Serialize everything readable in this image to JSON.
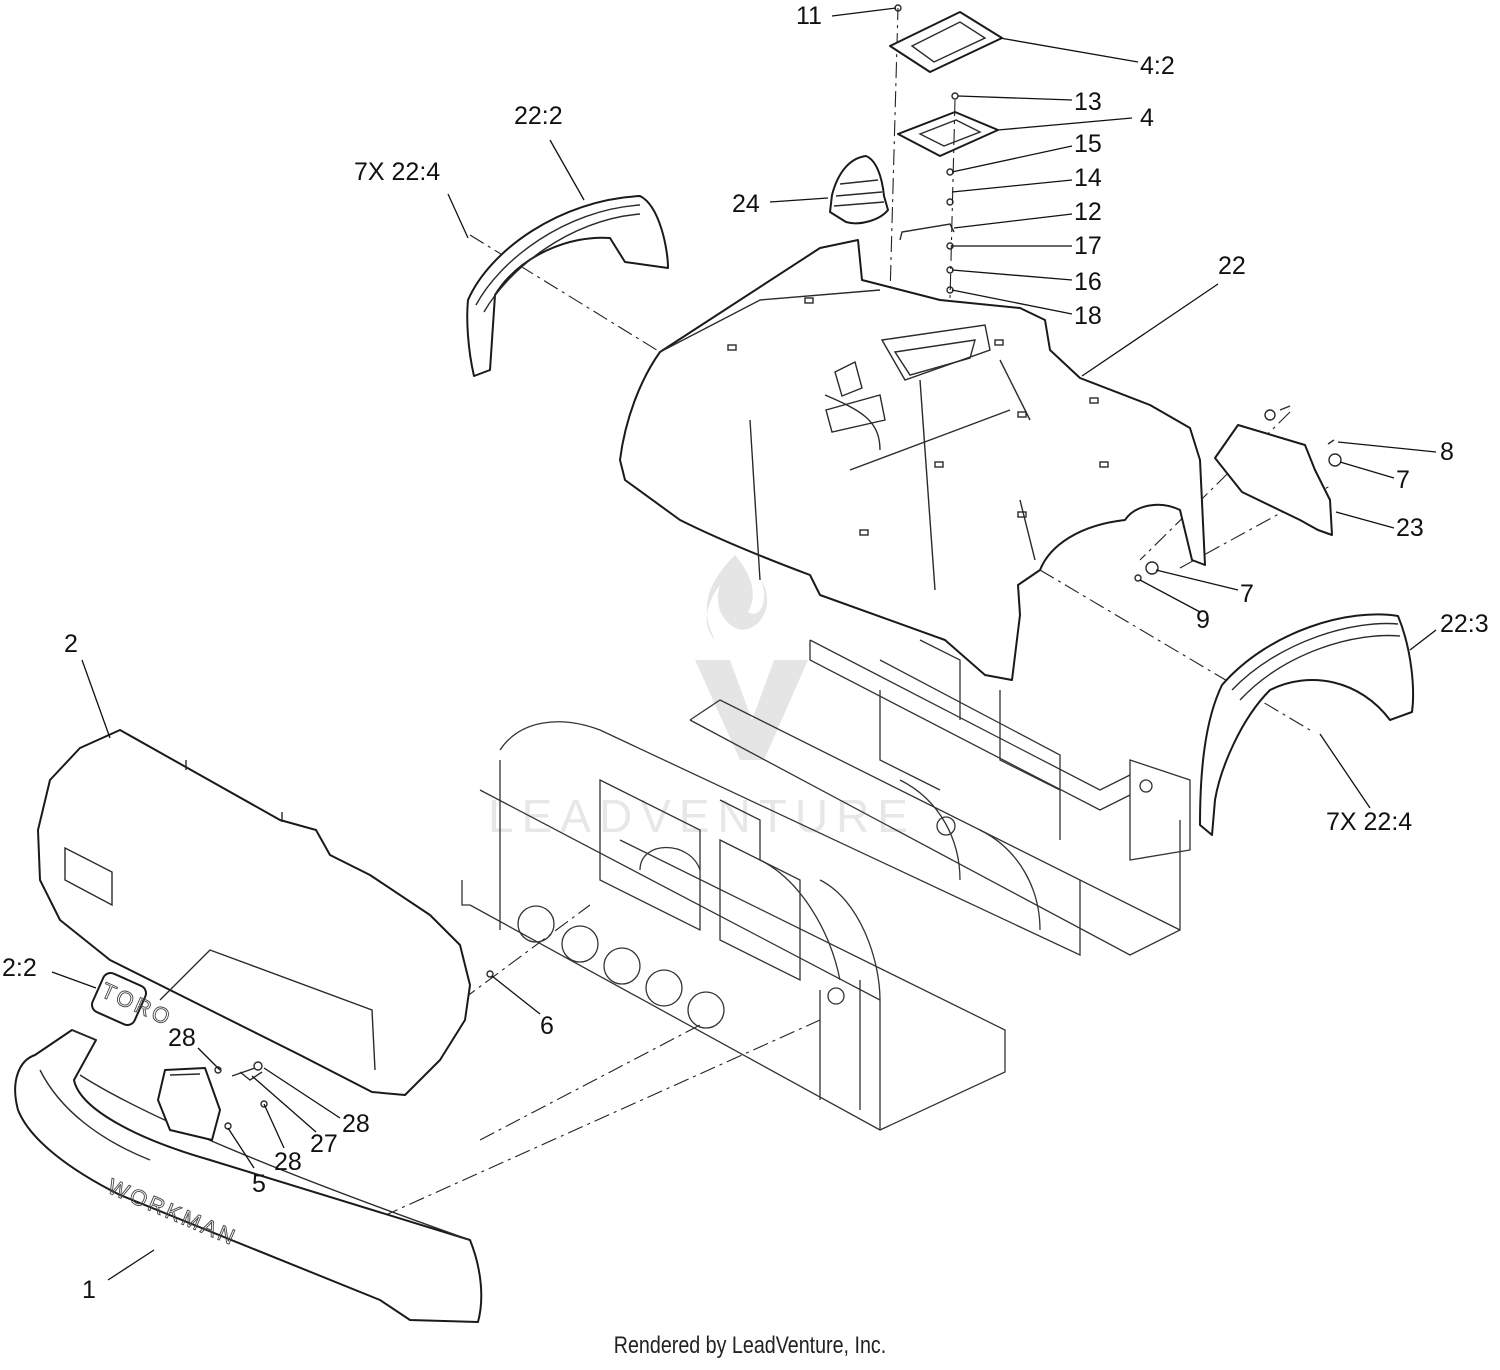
{
  "callouts": [
    {
      "id": "c-11",
      "text": "11"
    },
    {
      "id": "c-4-2",
      "text": "4:2"
    },
    {
      "id": "c-13",
      "text": "13"
    },
    {
      "id": "c-4",
      "text": "4"
    },
    {
      "id": "c-15",
      "text": "15"
    },
    {
      "id": "c-14",
      "text": "14"
    },
    {
      "id": "c-12",
      "text": "12"
    },
    {
      "id": "c-17",
      "text": "17"
    },
    {
      "id": "c-16",
      "text": "16"
    },
    {
      "id": "c-18",
      "text": "18"
    },
    {
      "id": "c-22-2",
      "text": "22:2"
    },
    {
      "id": "c-7x-22-4-top",
      "text": "7X 22:4"
    },
    {
      "id": "c-24",
      "text": "24"
    },
    {
      "id": "c-22",
      "text": "22"
    },
    {
      "id": "c-8",
      "text": "8"
    },
    {
      "id": "c-7-upper",
      "text": "7"
    },
    {
      "id": "c-23",
      "text": "23"
    },
    {
      "id": "c-7-lower",
      "text": "7"
    },
    {
      "id": "c-9",
      "text": "9"
    },
    {
      "id": "c-22-3",
      "text": "22:3"
    },
    {
      "id": "c-7x-22-4-right",
      "text": "7X 22:4"
    },
    {
      "id": "c-2",
      "text": "2"
    },
    {
      "id": "c-2-2",
      "text": "2:2"
    },
    {
      "id": "c-6",
      "text": "6"
    },
    {
      "id": "c-28-top",
      "text": "28"
    },
    {
      "id": "c-28-mid",
      "text": "28"
    },
    {
      "id": "c-27",
      "text": "27"
    },
    {
      "id": "c-28-low",
      "text": "28"
    },
    {
      "id": "c-5",
      "text": "5"
    },
    {
      "id": "c-1",
      "text": "1"
    }
  ],
  "markings": {
    "bumper_text": "WORKMAN",
    "badge_text": "TORO"
  },
  "watermark": {
    "text": "LEADVENTURE"
  },
  "footer": {
    "credit": "Rendered by LeadVenture, Inc."
  }
}
